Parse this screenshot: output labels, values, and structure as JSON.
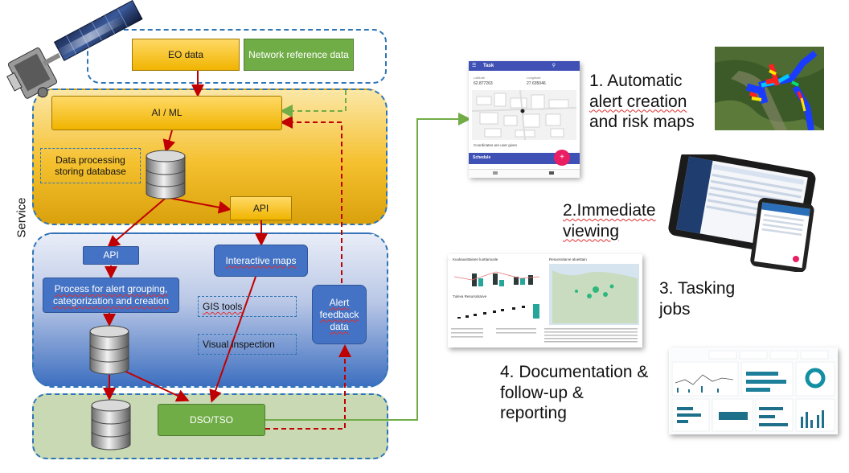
{
  "nodes": {
    "eo_data": "EO data",
    "network_reference": "Network reference data",
    "ai_ml": "AI / ML",
    "data_processing": "Data processing storing database",
    "api_top": "API",
    "api_left": "API",
    "interactive_maps": "Interactive maps",
    "process_alert": "Process for alert grouping, categorization and creation",
    "gis_tools": "GIS tools",
    "visual_inspection": "Visual inspection",
    "alert_feedback": "Alert feedback data",
    "dso_tso": "DSO/TSO",
    "service_label": "Service"
  },
  "steps": {
    "step1_line1": "1. Automatic",
    "step1_line2": "alert creation",
    "step1_line3": "and risk maps",
    "step2_line1": "2.Immediate",
    "step2_line2": "viewing",
    "step3_line1": "3. Tasking",
    "step3_line2": "jobs",
    "step4_line1": "4. Documentation &",
    "step4_line2": "follow-up &",
    "step4_line3": "reporting"
  },
  "phone_app": {
    "title": "Task",
    "lat_label": "Latitude",
    "lat_value": "62.877263",
    "lon_label": "Longitude",
    "lon_value": "27.635046",
    "coords_note": "Coordinates are user given",
    "schedule": "Schedule",
    "fab": "+"
  },
  "dashboard": {
    "left_title": "Kuukausittainen luottamusle",
    "right_title": "Resurssitarve alueittain",
    "bottom_title": "Tuleva Resurssitarve"
  },
  "colors": {
    "orange_band": "#f5c02e",
    "blue_band": "#3d6fc0",
    "green_band": "#c8d9b4",
    "flow_red": "#c00000",
    "flow_green": "#70ad47",
    "dash_blue": "#2e75b6"
  }
}
